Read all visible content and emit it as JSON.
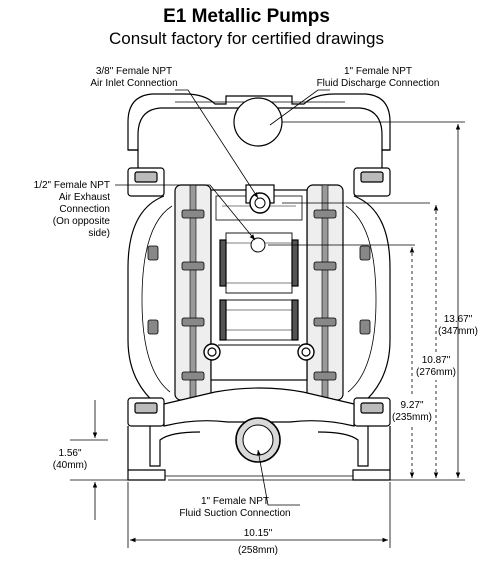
{
  "header": {
    "title": "E1 Metallic Pumps",
    "subtitle": "Consult factory for certified drawings"
  },
  "callouts": {
    "air_inlet": [
      "3/8\" Female NPT",
      "Air Inlet Connection"
    ],
    "fluid_discharge": [
      "1\" Female NPT",
      "Fluid Discharge Connection"
    ],
    "air_exhaust": [
      "1/2\" Female NPT",
      "Air Exhaust",
      "Connection",
      "(On opposite",
      "side)"
    ],
    "fluid_suction": [
      "1\" Female NPT",
      "Fluid Suction Connection"
    ]
  },
  "dimensions": {
    "overall_height": [
      "13.67\"",
      "(347mm)"
    ],
    "air_exhaust_height": [
      "10.87\"",
      "(276mm)"
    ],
    "air_inlet_height": [
      "9.27\"",
      "(235mm)"
    ],
    "suction_height": [
      "1.56\"",
      "(40mm)"
    ],
    "overall_width": [
      "10.15\"",
      "(258mm)"
    ]
  }
}
